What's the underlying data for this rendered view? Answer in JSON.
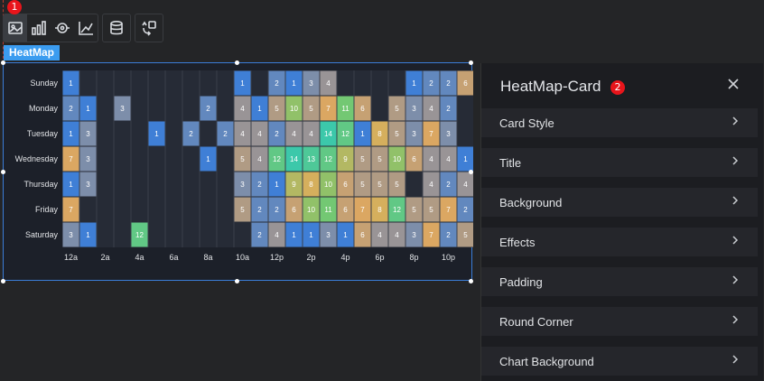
{
  "toolbar": {
    "tools": [
      "image-icon",
      "bar-chart-icon",
      "target-icon",
      "line-chart-icon",
      "database-icon",
      "swap-icon"
    ],
    "badge1": "1"
  },
  "card_tag": "HeatMap",
  "panel": {
    "title": "HeatMap-Card",
    "badge2": "2",
    "rows": [
      "Card Style",
      "Title",
      "Background",
      "Effects",
      "Padding",
      "Round Corner",
      "Chart Background"
    ]
  },
  "chart_data": {
    "type": "heatmap",
    "days": [
      "Sunday",
      "Monday",
      "Tuesday",
      "Wednesday",
      "Thursday",
      "Friday",
      "Saturday"
    ],
    "x_tick_labels": [
      "12a",
      "2a",
      "4a",
      "6a",
      "8a",
      "10a",
      "12p",
      "2p",
      "4p",
      "6p",
      "8p",
      "10p"
    ],
    "hours": 24,
    "cells": [
      [
        [
          0,
          0,
          1
        ],
        [
          0,
          10,
          1
        ],
        [
          0,
          12,
          2
        ],
        [
          0,
          13,
          1
        ],
        [
          0,
          14,
          3
        ],
        [
          0,
          15,
          4
        ],
        [
          0,
          20,
          1
        ],
        [
          0,
          21,
          2
        ],
        [
          0,
          22,
          2
        ],
        [
          0,
          23,
          6
        ]
      ],
      [
        [
          1,
          0,
          2
        ],
        [
          1,
          1,
          1
        ],
        [
          1,
          3,
          3
        ],
        [
          1,
          8,
          2
        ],
        [
          1,
          10,
          4
        ],
        [
          1,
          11,
          1
        ],
        [
          1,
          12,
          5
        ],
        [
          1,
          13,
          10
        ],
        [
          1,
          14,
          5
        ],
        [
          1,
          15,
          7
        ],
        [
          1,
          16,
          11
        ],
        [
          1,
          17,
          6
        ],
        [
          1,
          19,
          5
        ],
        [
          1,
          20,
          3
        ],
        [
          1,
          21,
          4
        ],
        [
          1,
          22,
          2
        ]
      ],
      [
        [
          2,
          0,
          1
        ],
        [
          2,
          1,
          3
        ],
        [
          2,
          5,
          1
        ],
        [
          2,
          7,
          2
        ],
        [
          2,
          9,
          2
        ],
        [
          2,
          10,
          4
        ],
        [
          2,
          11,
          4
        ],
        [
          2,
          12,
          2
        ],
        [
          2,
          13,
          4
        ],
        [
          2,
          14,
          4
        ],
        [
          2,
          15,
          14
        ],
        [
          2,
          16,
          12
        ],
        [
          2,
          17,
          1
        ],
        [
          2,
          18,
          8
        ],
        [
          2,
          19,
          5
        ],
        [
          2,
          20,
          3
        ],
        [
          2,
          21,
          7
        ],
        [
          2,
          22,
          3
        ]
      ],
      [
        [
          3,
          0,
          7
        ],
        [
          3,
          1,
          3
        ],
        [
          3,
          8,
          1
        ],
        [
          3,
          10,
          5
        ],
        [
          3,
          11,
          4
        ],
        [
          3,
          12,
          12
        ],
        [
          3,
          13,
          14
        ],
        [
          3,
          14,
          13
        ],
        [
          3,
          15,
          12
        ],
        [
          3,
          16,
          9
        ],
        [
          3,
          17,
          5
        ],
        [
          3,
          18,
          5
        ],
        [
          3,
          19,
          10
        ],
        [
          3,
          20,
          6
        ],
        [
          3,
          21,
          4
        ],
        [
          3,
          22,
          4
        ],
        [
          3,
          23,
          1
        ]
      ],
      [
        [
          4,
          0,
          1
        ],
        [
          4,
          1,
          3
        ],
        [
          4,
          10,
          3
        ],
        [
          4,
          11,
          2
        ],
        [
          4,
          12,
          1
        ],
        [
          4,
          13,
          9
        ],
        [
          4,
          14,
          8
        ],
        [
          4,
          15,
          10
        ],
        [
          4,
          16,
          6
        ],
        [
          4,
          17,
          5
        ],
        [
          4,
          18,
          5
        ],
        [
          4,
          19,
          5
        ],
        [
          4,
          21,
          4
        ],
        [
          4,
          22,
          2
        ],
        [
          4,
          23,
          4
        ]
      ],
      [
        [
          5,
          0,
          7
        ],
        [
          5,
          10,
          5
        ],
        [
          5,
          11,
          2
        ],
        [
          5,
          12,
          2
        ],
        [
          5,
          13,
          6
        ],
        [
          5,
          14,
          10
        ],
        [
          5,
          15,
          11
        ],
        [
          5,
          16,
          6
        ],
        [
          5,
          17,
          7
        ],
        [
          5,
          18,
          8
        ],
        [
          5,
          19,
          12
        ],
        [
          5,
          20,
          5
        ],
        [
          5,
          21,
          5
        ],
        [
          5,
          22,
          7
        ],
        [
          5,
          23,
          2
        ]
      ],
      [
        [
          6,
          0,
          3
        ],
        [
          6,
          1,
          1
        ],
        [
          6,
          4,
          12
        ],
        [
          6,
          11,
          2
        ],
        [
          6,
          12,
          4
        ],
        [
          6,
          13,
          1
        ],
        [
          6,
          14,
          1
        ],
        [
          6,
          15,
          3
        ],
        [
          6,
          16,
          1
        ],
        [
          6,
          17,
          6
        ],
        [
          6,
          18,
          4
        ],
        [
          6,
          19,
          4
        ],
        [
          6,
          20,
          3
        ],
        [
          6,
          21,
          7
        ],
        [
          6,
          22,
          2
        ],
        [
          6,
          23,
          5
        ]
      ]
    ],
    "colors": {
      "low": "#3f7fd6",
      "mid": "#d9b46a",
      "high": "#2ec27e",
      "peak": "#f39a3e"
    }
  }
}
